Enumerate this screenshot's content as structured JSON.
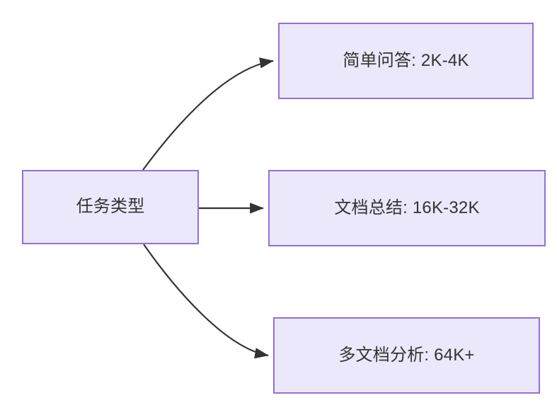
{
  "diagram": {
    "type": "flowchart",
    "direction": "left-to-right",
    "title": "任务类型",
    "background_color": "#ffffff",
    "node_fill_color": "#ebe8fb",
    "node_border_color": "#9370db",
    "node_text_color": "#333333",
    "edge_color": "#333333",
    "root": {
      "id": "task-type",
      "label": "任务类型"
    },
    "branches": [
      {
        "id": "simple-qa",
        "label": "简单问答: 2K-4K",
        "task": "简单问答",
        "context_range": "2K-4K",
        "edge_style": "curved"
      },
      {
        "id": "doc-summary",
        "label": "文档总结: 16K-32K",
        "task": "文档总结",
        "context_range": "16K-32K",
        "edge_style": "straight"
      },
      {
        "id": "multi-doc-analysis",
        "label": "多文档分析: 64K+",
        "task": "多文档分析",
        "context_range": "64K+",
        "edge_style": "curved"
      }
    ]
  }
}
